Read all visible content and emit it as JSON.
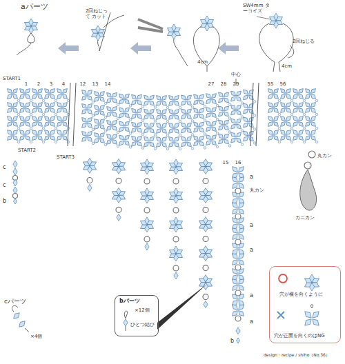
{
  "diagram": {
    "nodes": [
      {
        "text": [
          "bパーツ",
          "×12個",
          "ひとつ結び"
        ]
      },
      {
        "text": [
          "穴が横を向くように",
          "穴が正面を向くのはNG"
        ]
      }
    ],
    "labels": [
      "aパーツ",
      "2回ねじって カット",
      "SW4mm ターコイズ",
      "2回ねじる",
      "4cm",
      "4cm",
      "START1",
      "1",
      "2",
      "3",
      "4",
      "12",
      "13",
      "14",
      "中心",
      "27",
      "28",
      "29",
      "55",
      "56",
      "START2",
      "START3",
      "丸カン",
      "15",
      "16",
      "c",
      "c",
      "b",
      "a",
      "丸カン",
      "a",
      "a",
      "a",
      "a",
      "カニカン",
      "cパーツ",
      "×4個",
      "b",
      "design・recipe / shiho（No.36）"
    ]
  }
}
